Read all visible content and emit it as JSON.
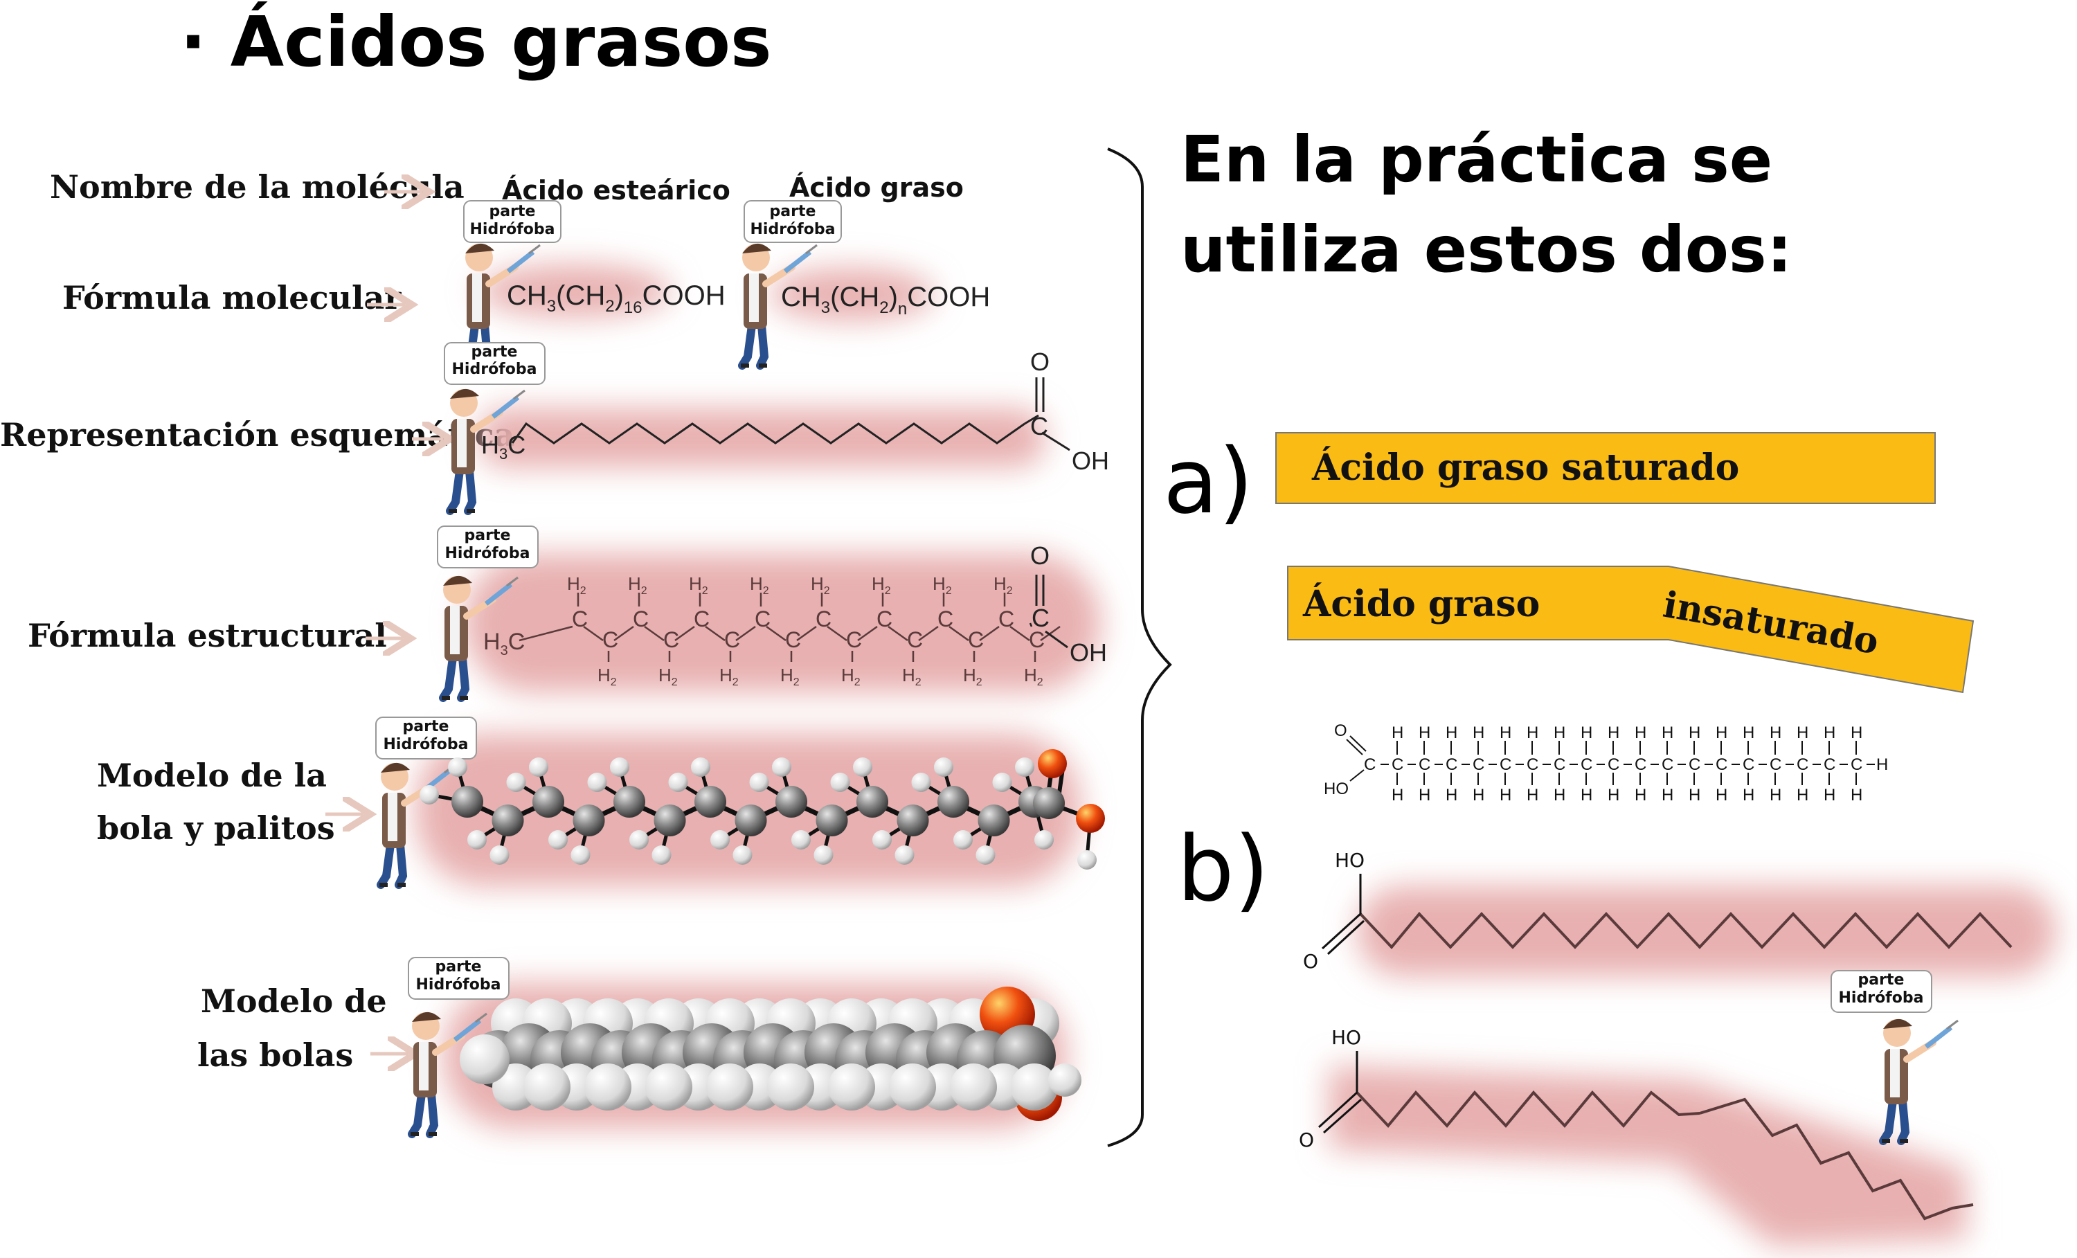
{
  "title": "· Ácidos grasos",
  "left_labels": {
    "name": "Nombre de la molécula",
    "molecular": "Fórmula molecular",
    "schematic": "Representación esquemática",
    "structural": "Fórmula estructural",
    "ballstick_1": "Modelo de la",
    "ballstick_2": "bola y palitos",
    "spacefill_1": "Modelo de",
    "spacefill_2": "las bolas"
  },
  "columns": {
    "stearic": "Ácido esteárico",
    "fatty": "Ácido graso"
  },
  "bubble": {
    "line1": "parte",
    "line2": "Hidrófoba"
  },
  "formulas": {
    "stearic": "CH3(CH2)16COOH",
    "fatty": "CH3(CH2)nCOOH"
  },
  "atoms": {
    "O": "O",
    "OH": "OH",
    "H3C": "H3C",
    "H2": "H2",
    "C": "C",
    "H": "H",
    "HO": "HO"
  },
  "right": {
    "heading_1": "En la práctica se",
    "heading_2": "utiliza estos dos:",
    "a": "a)",
    "b": "b)",
    "saturated": "Ácido graso saturado",
    "unsat_1": "Ácido graso",
    "unsat_2": "insaturado"
  },
  "colors": {
    "banner": "#fbbb15",
    "hydrophobic_glow": "#e8b0b0",
    "bond": "#5a3a3a",
    "carbon": "#6e6e6e",
    "oxygen": "#e83a10",
    "arrow": "#e6c8be"
  }
}
